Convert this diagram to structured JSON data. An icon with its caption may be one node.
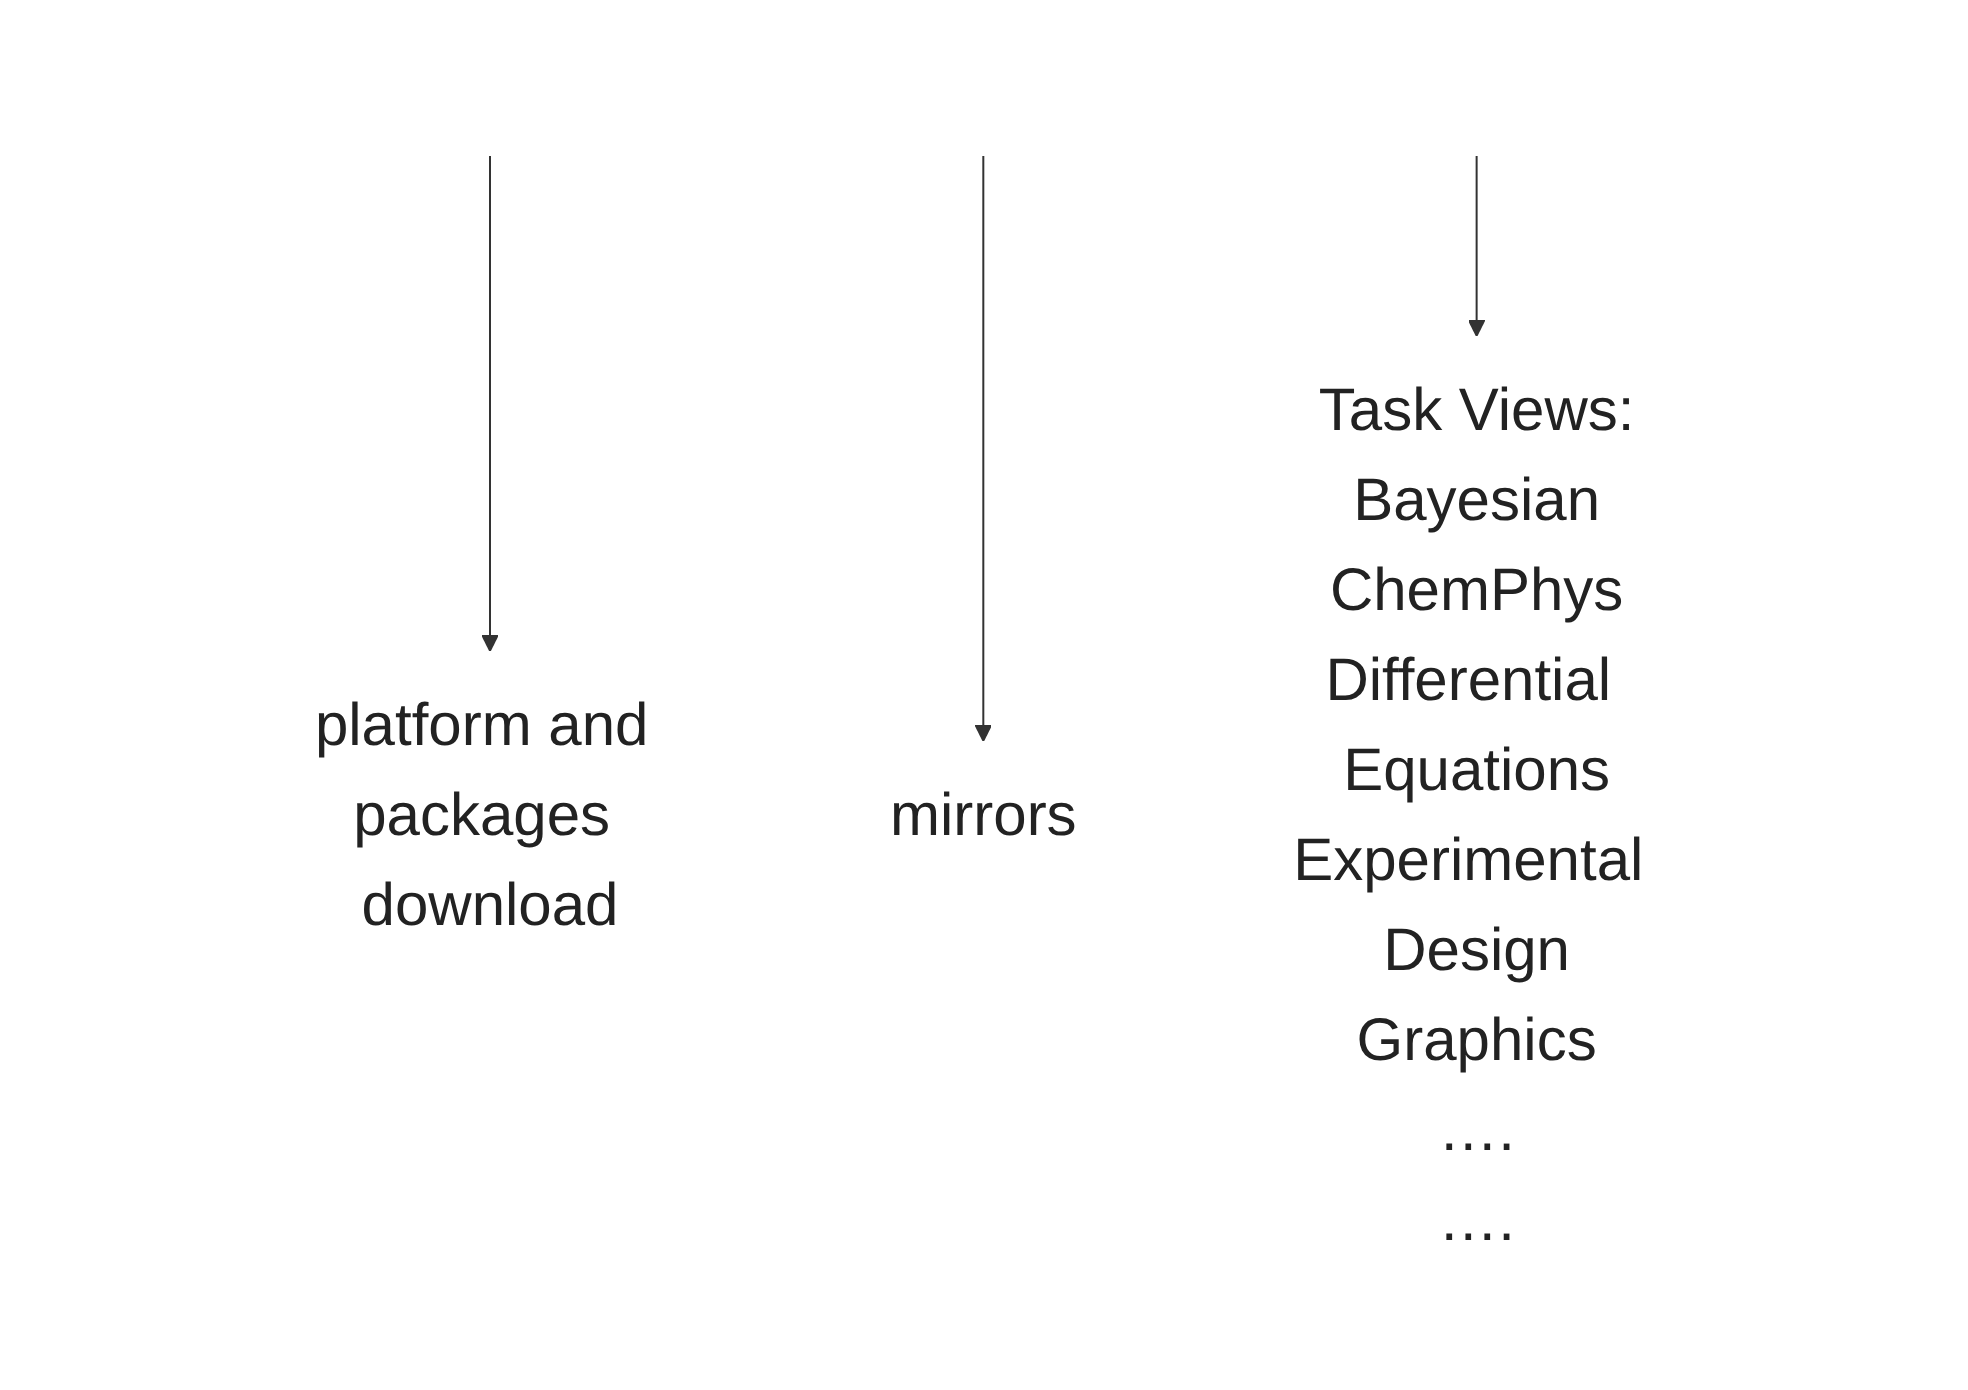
{
  "diagram": {
    "nodes": [
      {
        "text": [
          "platform and packages download"
        ]
      },
      {
        "text": [
          "mirrors"
        ]
      },
      {
        "text": [
          "Task Views:",
          "Bayesian",
          "ChemPhys",
          "Differential Equations",
          "Experimental Design",
          "Graphics",
          "….",
          "…."
        ]
      }
    ],
    "edges": [
      {
        "from": null,
        "to": 0,
        "arrow": "to"
      },
      {
        "from": null,
        "to": 1,
        "arrow": "to"
      },
      {
        "from": null,
        "to": 2,
        "arrow": "to"
      }
    ]
  }
}
